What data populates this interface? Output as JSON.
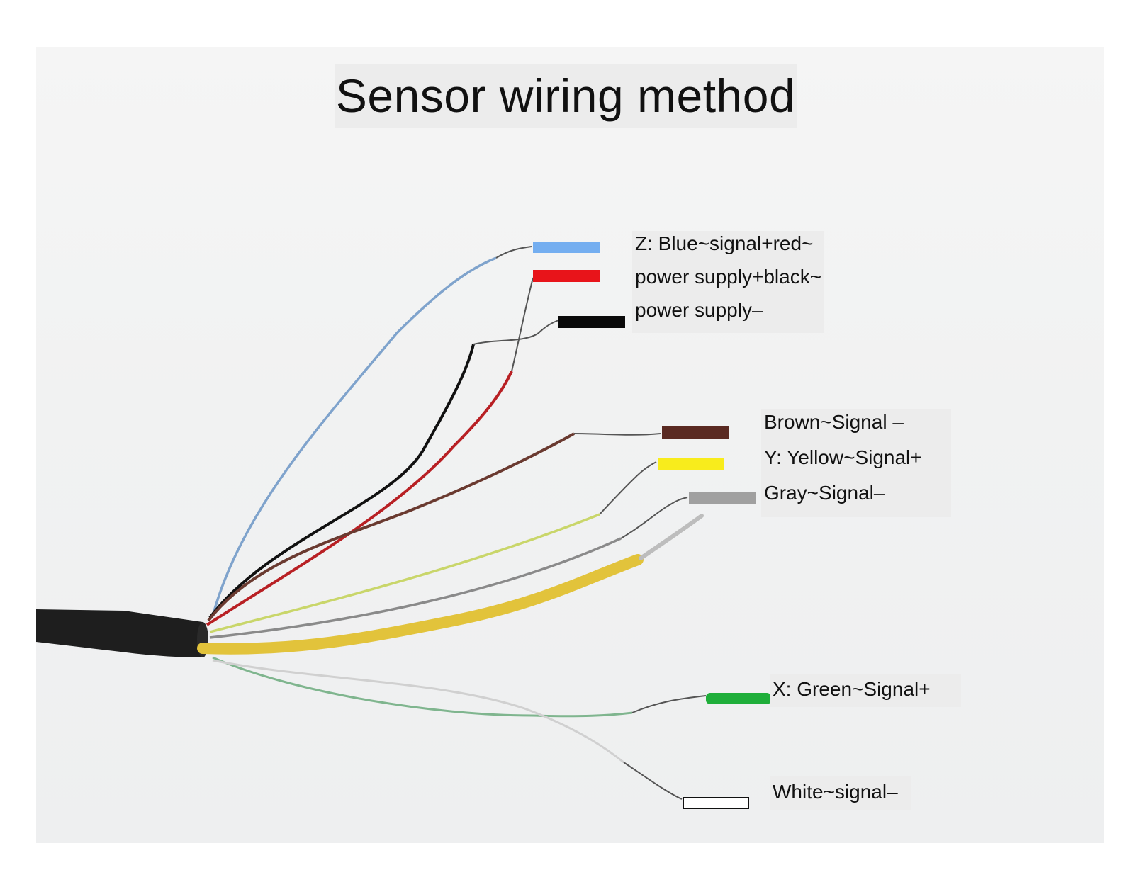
{
  "title": "Sensor wiring method",
  "labels": {
    "z_line1": "Z: Blue~signal+red~",
    "z_line2": "power supply+black~",
    "z_line3": "power supply–",
    "brown": "Brown~Signal –",
    "yellow": "Y: Yellow~Signal+",
    "gray": "Gray~Signal–",
    "green": "X: Green~Signal+",
    "white": "White~signal–"
  },
  "colors": {
    "blue": "#74aef0",
    "red": "#e8141a",
    "black": "#0a0a0a",
    "brown": "#5a2a22",
    "yellow": "#f8ec1c",
    "gray": "#a0a0a0",
    "green": "#1fae3a",
    "white": "#ffffff",
    "cable": "#1e1e1e",
    "shield": "#e5c33e"
  }
}
